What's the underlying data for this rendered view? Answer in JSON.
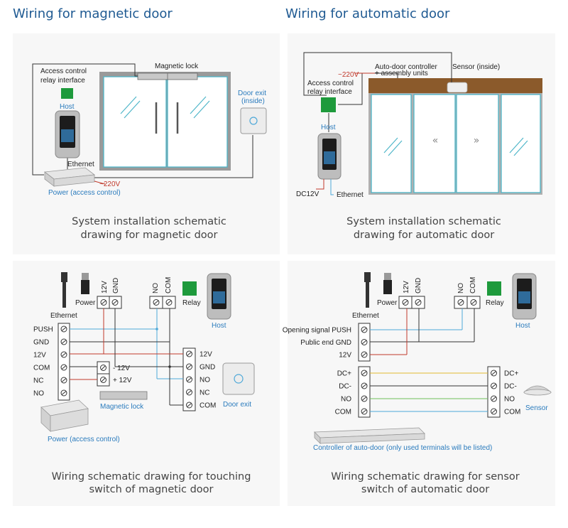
{
  "headers": {
    "magnetic": "Wiring for magnetic door",
    "automatic": "Wiring for automatic door"
  },
  "panel_tl": {
    "magnetic_lock": "Magnetic lock",
    "access_control": "Access control",
    "relay_interface": "relay interface",
    "host": "Host",
    "door_exit": "Door exit",
    "inside": "(inside)",
    "ethernet": "Ethernet",
    "ac_220": "~220V",
    "power": "Power (access control)",
    "caption_1": "System installation schematic",
    "caption_2": "drawing for magnetic door"
  },
  "panel_tr": {
    "controller_1": "Auto-door controller",
    "controller_2": "+ assembly units",
    "sensor": "Sensor (inside)",
    "ac_220": "~220V",
    "access_control": "Access control",
    "relay_interface": "relay interface",
    "host": "Host",
    "dc12v": "DC12V",
    "ethernet": "Ethernet",
    "caption_1": "System installation schematic",
    "caption_2": "drawing for automatic door"
  },
  "panel_bl": {
    "power": "Power",
    "v12": "12V",
    "gnd": "GND",
    "no": "NO",
    "com": "COM",
    "relay": "Relay",
    "host": "Host",
    "ethernet": "Ethernet",
    "left_terminals": [
      "PUSH",
      "GND",
      "12V",
      "COM",
      "NC",
      "NO"
    ],
    "lock_minus": "- 12V",
    "lock_plus": "+ 12V",
    "magnetic_lock": "Magnetic lock",
    "exit_terminals": [
      "12V",
      "GND",
      "NO",
      "NC",
      "COM"
    ],
    "door_exit": "Door exit",
    "power_access": "Power (access control)",
    "caption_1": "Wiring schematic drawing for touching",
    "caption_2": "switch of magnetic door"
  },
  "panel_br": {
    "power": "Power",
    "v12": "12V",
    "gnd": "GND",
    "no": "NO",
    "com": "COM",
    "relay": "Relay",
    "host": "Host",
    "ethernet": "Ethernet",
    "top_terminals": [
      "Opening signal PUSH",
      "Public end GND",
      "12V"
    ],
    "ctrl_terminals": [
      "DC+",
      "DC-",
      "NO",
      "COM"
    ],
    "sensor_terminals": [
      "DC+",
      "DC-",
      "NO",
      "COM"
    ],
    "sensor": "Sensor",
    "controller_note": "Controller of auto-door (only used terminals will be listed)",
    "caption_1": "Wiring schematic drawing for sensor",
    "caption_2": "switch of automatic door"
  },
  "colors": {
    "header": "#1f5a92",
    "label_blue": "#2a7bbd",
    "wire_red": "#c0392b",
    "wire_blue": "#4ea8d8",
    "wire_black": "#333333",
    "wire_yellow": "#e0b830",
    "wire_green": "#6cbf5a",
    "glass": "#4fb6c9",
    "relay_green": "#1e9a3c",
    "door_header": "#8b5a2b"
  }
}
